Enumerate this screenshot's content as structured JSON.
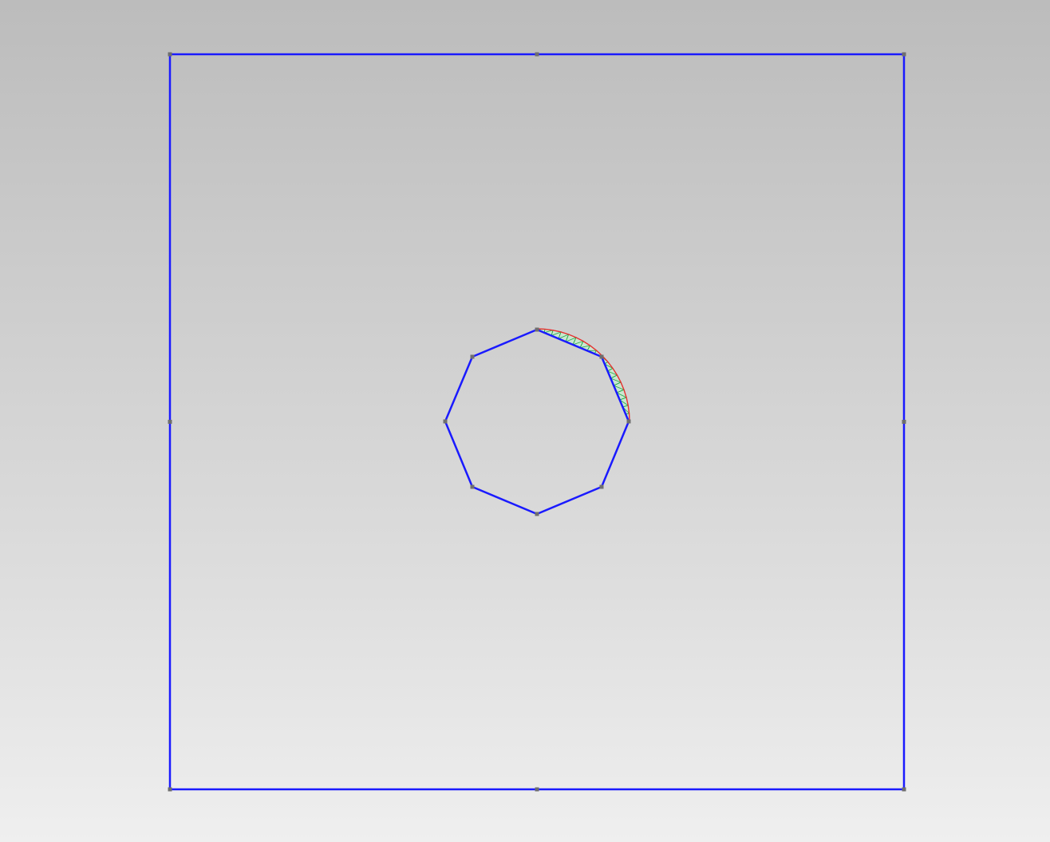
{
  "viewport": {
    "background_top": "#bcbcbc",
    "background_bottom": "#efefef"
  },
  "colors": {
    "boundary_edge": "#1a1aff",
    "node": "#6e6e6e",
    "mesh_outline": "#e83030",
    "mesh_elements": "#22aa44",
    "mesh_fill": "#c9e8d0"
  },
  "geometry": {
    "outer_boundary": {
      "shape": "square",
      "edge_count": 4,
      "nodes_per_edge": 3
    },
    "inner_boundary": {
      "shape": "octagon",
      "edge_count": 8
    },
    "partial_mesh": {
      "meshed_edges_of_inner_boundary": 2,
      "element_type": "triangle"
    }
  }
}
